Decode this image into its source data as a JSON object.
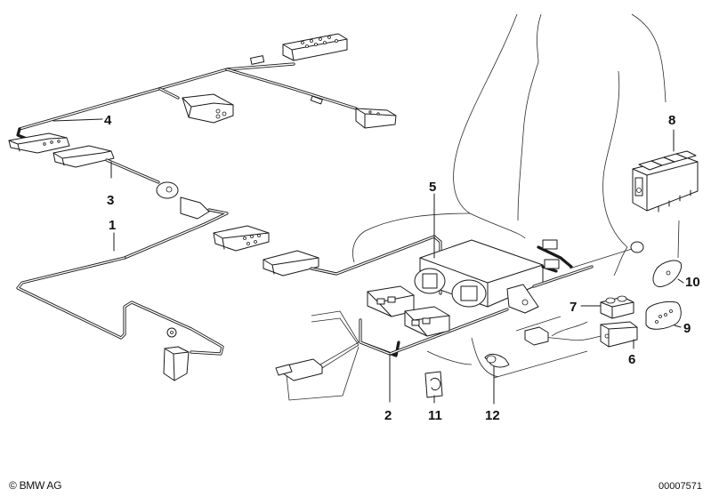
{
  "diagram": {
    "title": "Seat wiring harness / seat adjustment electrical parts",
    "callouts": [
      {
        "id": "1",
        "label": "1"
      },
      {
        "id": "2",
        "label": "2"
      },
      {
        "id": "3",
        "label": "3"
      },
      {
        "id": "4",
        "label": "4"
      },
      {
        "id": "5",
        "label": "5"
      },
      {
        "id": "6",
        "label": "6"
      },
      {
        "id": "7",
        "label": "7"
      },
      {
        "id": "8",
        "label": "8"
      },
      {
        "id": "9",
        "label": "9"
      },
      {
        "id": "10",
        "label": "10"
      },
      {
        "id": "11",
        "label": "11"
      },
      {
        "id": "12",
        "label": "12"
      }
    ]
  },
  "footer": {
    "copyright": "© BMW AG",
    "diagram_number": "00007571"
  }
}
